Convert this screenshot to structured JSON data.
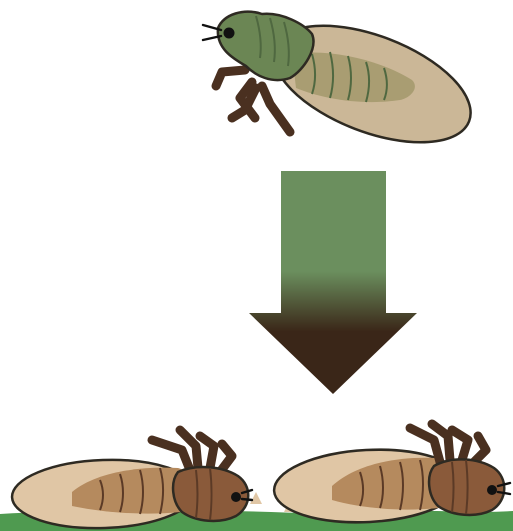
{
  "illustration": {
    "stages": [
      {
        "name": "live-insect",
        "state": "alive"
      },
      {
        "name": "dead-insect",
        "state": "dead",
        "count": 2
      }
    ],
    "colors": {
      "live_body": "#6b8654",
      "live_body_dark": "#4f6840",
      "live_wing": "#cbb797",
      "live_abdomen": "#a99d72",
      "dead_body": "#8a5a3a",
      "dead_body_dark": "#5b3a26",
      "dead_wing": "#e0c6a5",
      "dead_abdomen": "#b58a5e",
      "legs": "#4a3020",
      "arrow_top": "#6b8f5e",
      "arrow_bottom": "#3a2618",
      "ground": "#4f9a50",
      "outline": "#2e2a22"
    }
  }
}
